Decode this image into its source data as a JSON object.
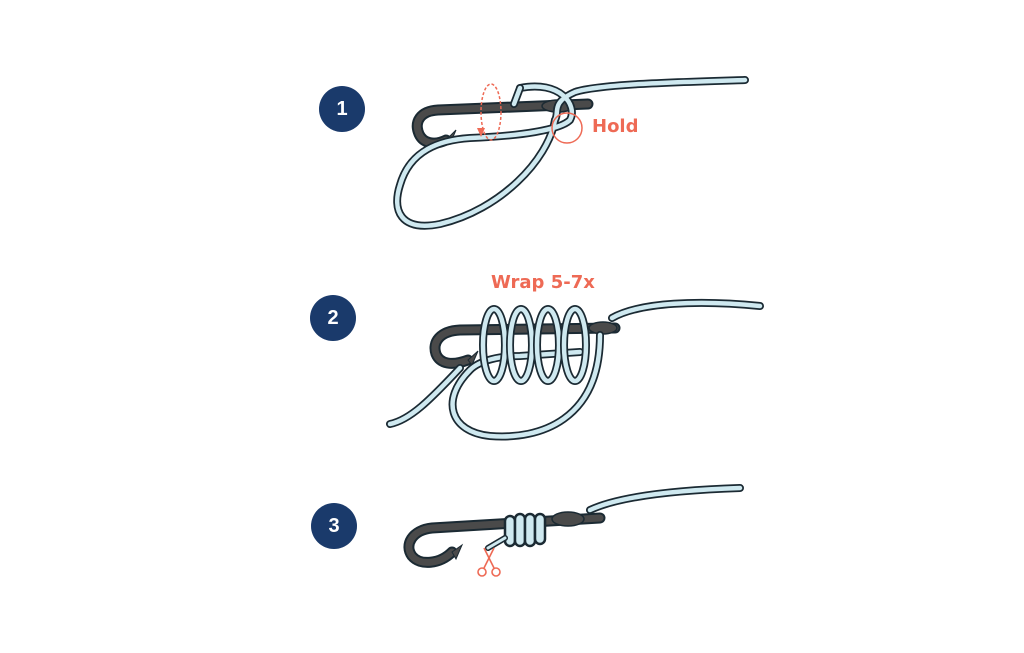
{
  "steps": [
    {
      "number": "1"
    },
    {
      "number": "2"
    },
    {
      "number": "3"
    }
  ],
  "annotations": {
    "hold": "Hold",
    "wrap": "Wrap 5-7x"
  },
  "icons": {
    "step1": "hook-with-loop-icon",
    "step2": "hook-with-wraps-icon",
    "step3": "finished-knot-icon",
    "cut": "scissors-icon"
  },
  "colors": {
    "badge": "#1a3a6b",
    "accent": "#ee6a55",
    "line_fill": "#cfe9f0",
    "line_outline": "#1b2a33",
    "hook": "#4a4a4a"
  }
}
